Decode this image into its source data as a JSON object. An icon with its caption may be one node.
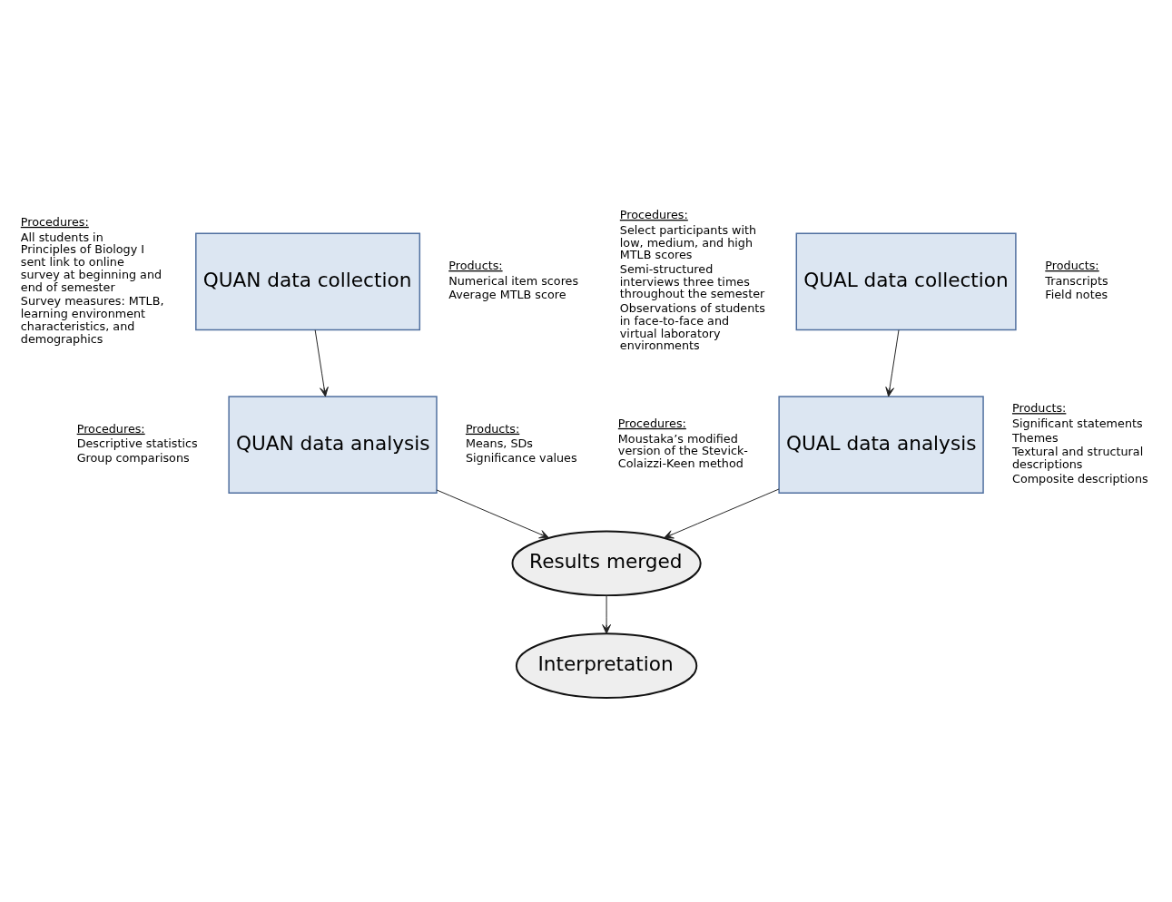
{
  "diagram": {
    "nodes": [
      {
        "text": [
          "QUAN data collection"
        ],
        "beside": [
          "Procedures:",
          "All students in Principles of Biology I sent link to online survey at beginning and end of semester",
          "Survey measures: MTLB, learning environment characteristics, and demographics",
          "Products:",
          "Numerical item scores",
          "Average MTLB score"
        ]
      },
      {
        "text": [
          "QUAN data analysis"
        ],
        "beside": [
          "Procedures:",
          "Descriptive statistics",
          "Group comparisons",
          "Products:",
          "Means, SDs",
          "Significance values"
        ]
      },
      {
        "text": [
          "QUAL data collection"
        ],
        "beside": [
          "Procedures:",
          "Select participants with low, medium, and high MTLB scores",
          "Semi-structured interviews three times throughout the semester",
          "Observations of students in face-to-face and virtual laboratory environments",
          "Products:",
          "Transcripts",
          "Field notes"
        ]
      },
      {
        "text": [
          "QUAL data analysis"
        ],
        "beside": [
          "Procedures:",
          "Moustaka’s modified version of the Stevick-Colaizzi-Keen method",
          "Products:",
          "Significant statements",
          "Themes",
          "Textural and structural descriptions",
          "Composite descriptions"
        ]
      },
      {
        "text": [
          "Results merged"
        ]
      },
      {
        "text": [
          "Interpretation"
        ]
      }
    ],
    "edges": [
      {
        "from": 0,
        "to": 1,
        "arrow": "to"
      },
      {
        "from": 2,
        "to": 3,
        "arrow": "to"
      },
      {
        "from": 1,
        "to": 4,
        "arrow": "to"
      },
      {
        "from": 3,
        "to": 4,
        "arrow": "to"
      },
      {
        "from": 4,
        "to": 5,
        "arrow": "to"
      }
    ]
  }
}
